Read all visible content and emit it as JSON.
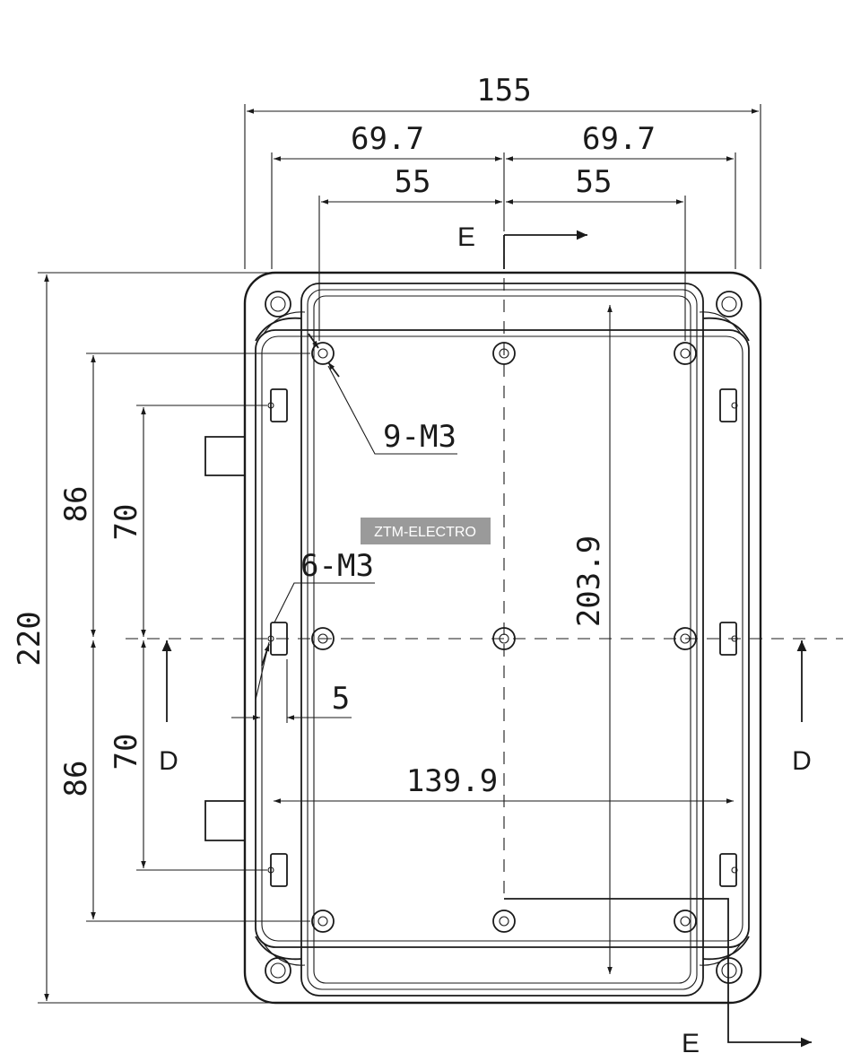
{
  "dimensions": {
    "overall_width": "155",
    "half_outer_left": "69.7",
    "half_outer_right": "69.7",
    "half_inner_left": "55",
    "half_inner_right": "55",
    "overall_height": "220",
    "upper_86": "86",
    "upper_70": "70",
    "lower_86": "86",
    "lower_70": "70",
    "inner_height": "203.9",
    "inner_width": "139.9",
    "offset_5": "5"
  },
  "callouts": {
    "holes_9": "9-M3",
    "holes_6": "6-M3"
  },
  "sections": {
    "e_top": "E",
    "e_bottom": "E",
    "d_left": "D",
    "d_right": "D"
  },
  "watermark": "ZTM-ELECTRO"
}
